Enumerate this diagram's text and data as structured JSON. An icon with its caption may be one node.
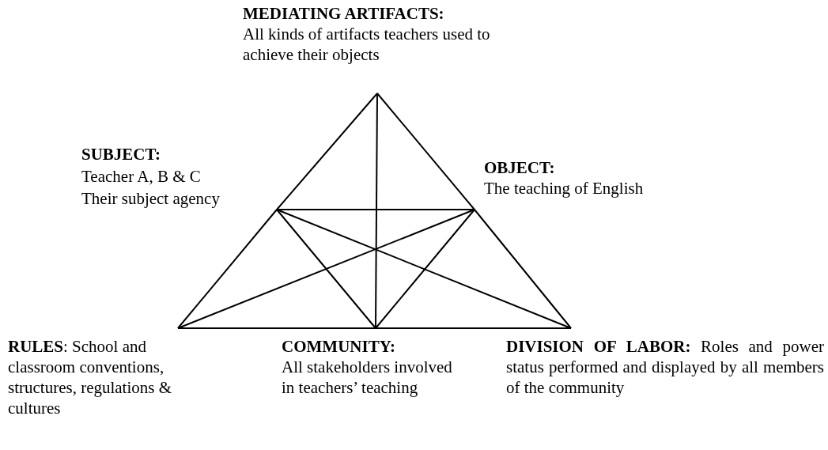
{
  "diagram": {
    "nodes": [
      {
        "text": [
          "MEDIATING ARTIFACTS:",
          "All kinds of artifacts teachers used to achieve their objects"
        ]
      },
      {
        "text": [
          "SUBJECT:",
          "Teacher A, B & C",
          "Their subject agency"
        ]
      },
      {
        "text": [
          "OBJECT:",
          "The teaching of English"
        ]
      },
      {
        "text": [
          "**RULES**: School and classroom conventions, structures, regulations & cultures"
        ]
      },
      {
        "text": [
          "COMMUNITY:",
          "All stakeholders involved in teachers’ teaching"
        ]
      },
      {
        "text": [
          "**DIVISION OF LABOR:** Roles and power status performed and displayed by all members of the community"
        ]
      }
    ],
    "edges": [
      {
        "from": 0,
        "to": 1,
        "arrow": "none"
      },
      {
        "from": 1,
        "to": 3,
        "arrow": "none"
      },
      {
        "from": 0,
        "to": 2,
        "arrow": "none"
      },
      {
        "from": 2,
        "to": 5,
        "arrow": "none"
      },
      {
        "from": 3,
        "to": 4,
        "arrow": "none"
      },
      {
        "from": 4,
        "to": 5,
        "arrow": "none"
      },
      {
        "from": 1,
        "to": 2,
        "arrow": "none"
      },
      {
        "from": 0,
        "to": 4,
        "arrow": "none"
      },
      {
        "from": 1,
        "to": 4,
        "arrow": "none"
      },
      {
        "from": 2,
        "to": 4,
        "arrow": "none"
      },
      {
        "from": 1,
        "to": 5,
        "arrow": "none"
      },
      {
        "from": 2,
        "to": 3,
        "arrow": "none"
      }
    ]
  }
}
